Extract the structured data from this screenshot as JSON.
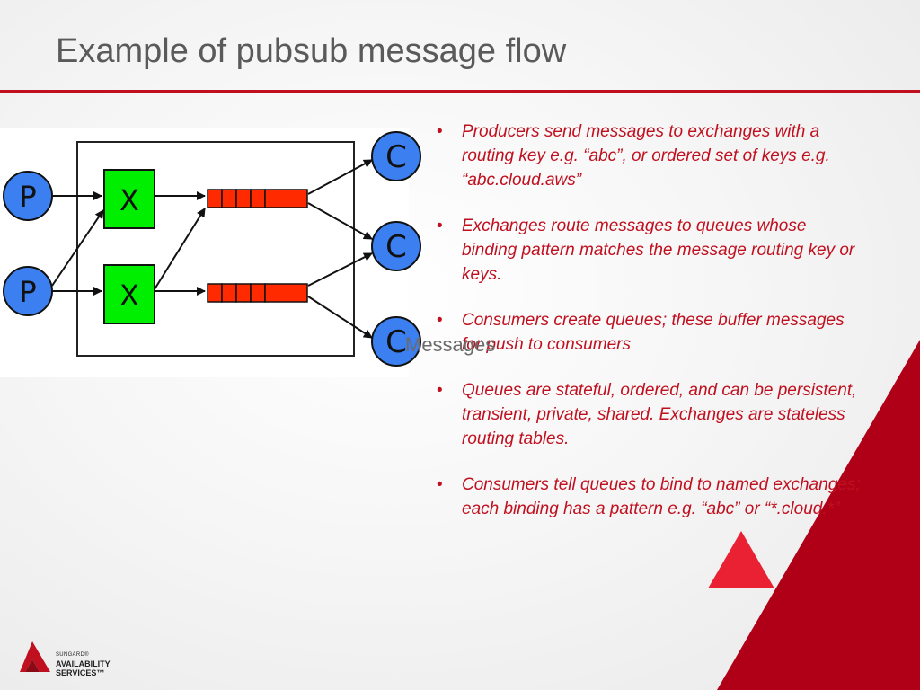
{
  "slide": {
    "title": "Example of pubsub message flow",
    "overlay_label": "Messages"
  },
  "diagram": {
    "producers": [
      "P",
      "P"
    ],
    "exchanges": [
      "X",
      "X"
    ],
    "consumers": [
      "C",
      "C",
      "C"
    ]
  },
  "bullets": [
    "Producers send messages to exchanges with a routing key e.g. “abc”, or ordered set of keys e.g. “abc.cloud.aws”",
    "Exchanges route messages to queues whose binding pattern matches the message routing key or keys.",
    "Consumers create queues; these buffer messages for push to consumers",
    "Queues are stateful, ordered, and can be persistent, transient, private, shared. Exchanges are stateless routing tables.",
    "Consumers tell queues to bind to named exchanges; each binding has a pattern e.g. “abc” or “*.cloud.*”"
  ],
  "logo": {
    "line1": "SUNGARD®",
    "line2": "AVAILABILITY",
    "line3": "SERVICES™"
  },
  "colors": {
    "accent": "#c0101f",
    "queue": "#ff2a00",
    "exchange": "#00ee00",
    "node": "#3b7ff0"
  }
}
